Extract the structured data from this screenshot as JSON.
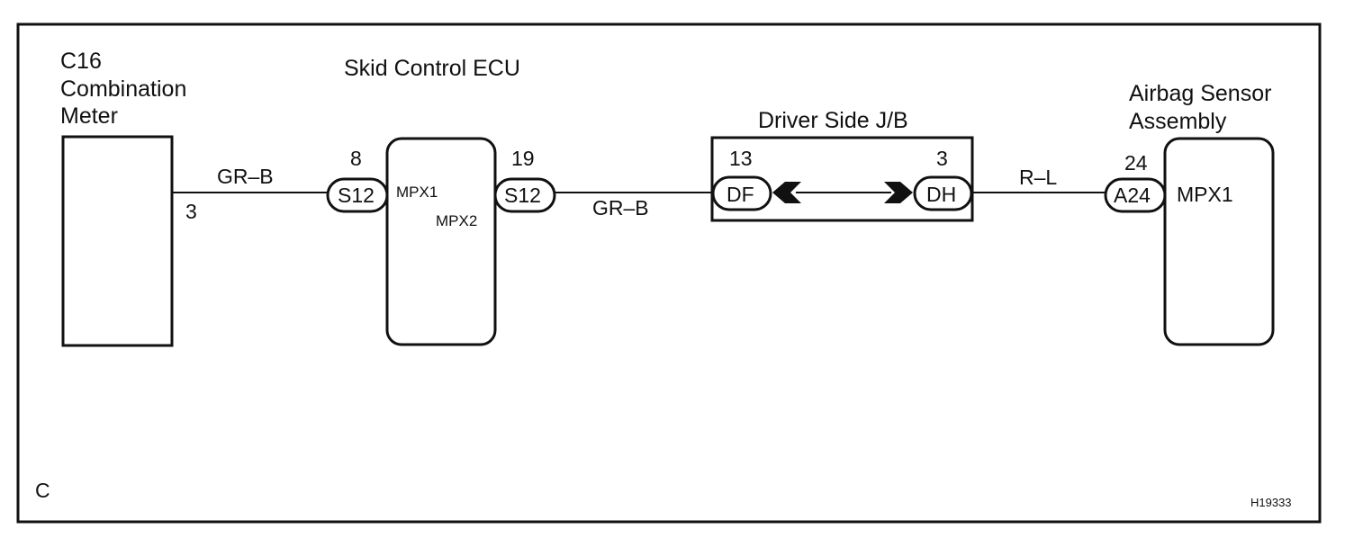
{
  "frame": {
    "corner_mark": "C",
    "figure_id": "H19333"
  },
  "combination_meter": {
    "code": "C16",
    "name_line1": "Combination",
    "name_line2": "Meter",
    "pin": "3"
  },
  "skid_ecu": {
    "title": "Skid Control ECU",
    "left_pin_number": "8",
    "left_connector": "S12",
    "left_terminal": "MPX1",
    "right_pin_number": "19",
    "right_connector": "S12",
    "right_terminal": "MPX2"
  },
  "junction_block": {
    "title": "Driver Side J/B",
    "left_pin_number": "13",
    "left_connector": "DF",
    "right_pin_number": "3",
    "right_connector": "DH"
  },
  "airbag_sensor": {
    "name_line1": "Airbag Sensor",
    "name_line2": "Assembly",
    "pin_number": "24",
    "connector": "A24",
    "terminal": "MPX1"
  },
  "wires": {
    "meter_to_ecu": "GR–B",
    "ecu_to_jb": "GR–B",
    "jb_to_airbag": "R–L"
  }
}
